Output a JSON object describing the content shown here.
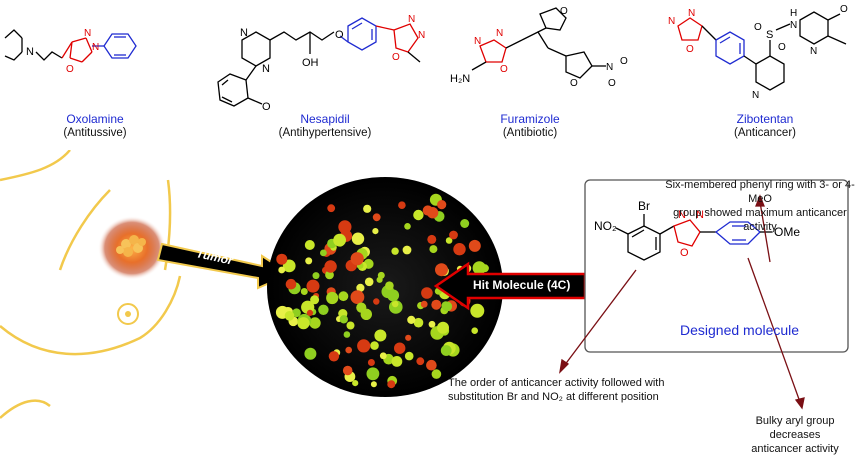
{
  "drugs": [
    {
      "name": "Oxolamine",
      "use": "(Antitussive)"
    },
    {
      "name": "Nesapidil",
      "use": "(Antihypertensive)"
    },
    {
      "name": "Furamizole",
      "use": "(Antibiotic)"
    },
    {
      "name": "Zibotentan",
      "use": "(Anticancer)"
    }
  ],
  "labels": {
    "tumor": "Tumor",
    "hit_molecule": "Hit Molecule (4C)",
    "designed_molecule": "Designed molecule"
  },
  "notes": {
    "phenyl_line1": "Six-membered phenyl ring with 3- or 4-MeO",
    "phenyl_line2": "group showed maximum anticancer activity",
    "order_line1": "The order of anticancer activity followed with",
    "order_line2": "substitution Br and NO₂ at different position",
    "bulky_line1": "Bulky aryl group decreases",
    "bulky_line2": "anticancer activity"
  },
  "atoms": {
    "N": "N",
    "O": "O",
    "OH": "OH",
    "S": "S",
    "H": "H",
    "Br": "Br",
    "NO2": "NO₂",
    "OMe": "OMe",
    "H2N": "H₂N"
  },
  "colors": {
    "drug_name": "#1f2bd1",
    "oxadiazole": "#e00000",
    "phenyl": "#1f2bd1",
    "body_outline": "#f2c94c",
    "arrow_dark": "#7a0f14",
    "tumor_arrow": "#000000",
    "hit_arrow": "#000000",
    "hit_arrow_border": "#e00000"
  }
}
